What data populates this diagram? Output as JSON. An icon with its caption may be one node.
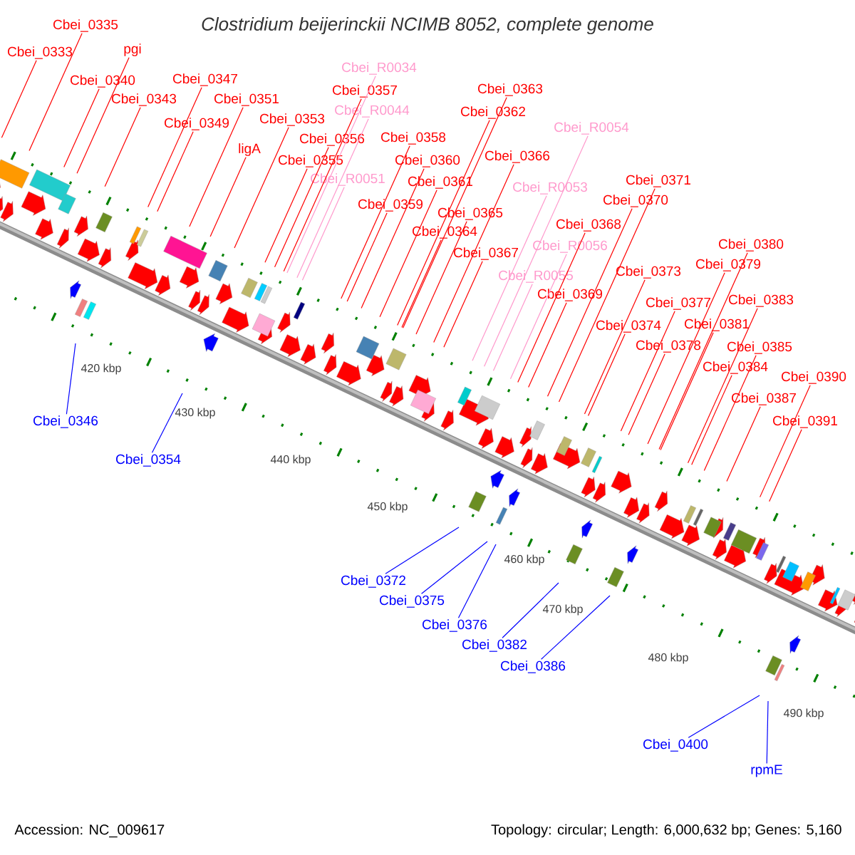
{
  "diagram": {
    "title": "Clostridium beijerinckii NCIMB 8052, complete genome",
    "nodes": [
      {
        "text": [
          "Cbei_0335"
        ]
      },
      {
        "text": [
          "Cbei_0333"
        ]
      },
      {
        "text": [
          "pgi"
        ]
      },
      {
        "text": [
          "Cbei_0340"
        ]
      },
      {
        "text": [
          "Cbei_0343"
        ]
      },
      {
        "text": [
          "Cbei_0347"
        ]
      },
      {
        "text": [
          "Cbei_0349"
        ]
      },
      {
        "text": [
          "Cbei_0351"
        ]
      },
      {
        "text": [
          "ligA"
        ]
      },
      {
        "text": [
          "Cbei_0353"
        ]
      },
      {
        "text": [
          "Cbei_R0034"
        ]
      },
      {
        "text": [
          "Cbei_0357"
        ]
      },
      {
        "text": [
          "Cbei_R0044"
        ]
      },
      {
        "text": [
          "Cbei_0356"
        ]
      },
      {
        "text": [
          "Cbei_0355"
        ]
      },
      {
        "text": [
          "Cbei_R0051"
        ]
      },
      {
        "text": [
          "Cbei_0358"
        ]
      },
      {
        "text": [
          "Cbei_0359"
        ]
      },
      {
        "text": [
          "Cbei_0360"
        ]
      },
      {
        "text": [
          "Cbei_0361"
        ]
      },
      {
        "text": [
          "Cbei_0363"
        ]
      },
      {
        "text": [
          "Cbei_0362"
        ]
      },
      {
        "text": [
          "Cbei_0366"
        ]
      },
      {
        "text": [
          "Cbei_R0054"
        ]
      },
      {
        "text": [
          "Cbei_R0053"
        ]
      },
      {
        "text": [
          "Cbei_0365"
        ]
      },
      {
        "text": [
          "Cbei_0364"
        ]
      },
      {
        "text": [
          "Cbei_0367"
        ]
      },
      {
        "text": [
          "Cbei_R0056"
        ]
      },
      {
        "text": [
          "Cbei_R0055"
        ]
      },
      {
        "text": [
          "Cbei_0368"
        ]
      },
      {
        "text": [
          "Cbei_0369"
        ]
      },
      {
        "text": [
          "Cbei_0371"
        ]
      },
      {
        "text": [
          "Cbei_0370"
        ]
      },
      {
        "text": [
          "Cbei_0373"
        ]
      },
      {
        "text": [
          "Cbei_0380"
        ]
      },
      {
        "text": [
          "Cbei_0379"
        ]
      },
      {
        "text": [
          "Cbei_0377"
        ]
      },
      {
        "text": [
          "Cbei_0383"
        ]
      },
      {
        "text": [
          "Cbei_0381"
        ]
      },
      {
        "text": [
          "Cbei_0374"
        ]
      },
      {
        "text": [
          "Cbei_0378"
        ]
      },
      {
        "text": [
          "Cbei_0385"
        ]
      },
      {
        "text": [
          "Cbei_0384"
        ]
      },
      {
        "text": [
          "Cbei_0390"
        ]
      },
      {
        "text": [
          "Cbei_0387"
        ]
      },
      {
        "text": [
          "Cbei_0391"
        ]
      },
      {
        "text": [
          "Cbei_0346"
        ]
      },
      {
        "text": [
          "Cbei_0354"
        ]
      },
      {
        "text": [
          "Cbei_0372"
        ]
      },
      {
        "text": [
          "Cbei_0375"
        ]
      },
      {
        "text": [
          "Cbei_0376"
        ]
      },
      {
        "text": [
          "Cbei_0382"
        ]
      },
      {
        "text": [
          "Cbei_0386"
        ]
      },
      {
        "text": [
          "Cbei_0400"
        ]
      },
      {
        "text": [
          "rpmE"
        ]
      }
    ],
    "edges": [
      {
        "from": 0,
        "to": null,
        "arrow": "none"
      },
      {
        "from": 1,
        "to": null,
        "arrow": "none"
      },
      {
        "from": 2,
        "to": null,
        "arrow": "none"
      },
      {
        "from": 3,
        "to": null,
        "arrow": "none"
      },
      {
        "from": 4,
        "to": null,
        "arrow": "none"
      },
      {
        "from": 5,
        "to": null,
        "arrow": "none"
      },
      {
        "from": 6,
        "to": null,
        "arrow": "none"
      },
      {
        "from": 7,
        "to": null,
        "arrow": "none"
      },
      {
        "from": 8,
        "to": null,
        "arrow": "none"
      },
      {
        "from": 9,
        "to": null,
        "arrow": "none"
      },
      {
        "from": 10,
        "to": null,
        "arrow": "none",
        "color": "#ff99cc"
      },
      {
        "from": 11,
        "to": null,
        "arrow": "none"
      },
      {
        "from": 12,
        "to": null,
        "arrow": "none",
        "color": "#ff99cc"
      },
      {
        "from": 13,
        "to": null,
        "arrow": "none"
      },
      {
        "from": 14,
        "to": null,
        "arrow": "none"
      },
      {
        "from": 15,
        "to": null,
        "arrow": "none",
        "color": "#ff99cc"
      },
      {
        "from": 16,
        "to": null,
        "arrow": "none"
      },
      {
        "from": 17,
        "to": null,
        "arrow": "none"
      },
      {
        "from": 18,
        "to": null,
        "arrow": "none"
      },
      {
        "from": 19,
        "to": null,
        "arrow": "none"
      },
      {
        "from": 20,
        "to": null,
        "arrow": "none"
      },
      {
        "from": 21,
        "to": null,
        "arrow": "none"
      },
      {
        "from": 22,
        "to": null,
        "arrow": "none"
      },
      {
        "from": 23,
        "to": null,
        "arrow": "none",
        "color": "#ff99cc"
      },
      {
        "from": 24,
        "to": null,
        "arrow": "none",
        "color": "#ff99cc"
      },
      {
        "from": 25,
        "to": null,
        "arrow": "none"
      },
      {
        "from": 26,
        "to": null,
        "arrow": "none"
      },
      {
        "from": 27,
        "to": null,
        "arrow": "none"
      },
      {
        "from": 28,
        "to": null,
        "arrow": "none",
        "color": "#ff99cc"
      },
      {
        "from": 29,
        "to": null,
        "arrow": "none",
        "color": "#ff99cc"
      },
      {
        "from": 30,
        "to": null,
        "arrow": "none"
      },
      {
        "from": 31,
        "to": null,
        "arrow": "none"
      },
      {
        "from": 32,
        "to": null,
        "arrow": "none"
      },
      {
        "from": 33,
        "to": null,
        "arrow": "none"
      },
      {
        "from": 34,
        "to": null,
        "arrow": "none"
      },
      {
        "from": 35,
        "to": null,
        "arrow": "none"
      },
      {
        "from": 36,
        "to": null,
        "arrow": "none"
      },
      {
        "from": 37,
        "to": null,
        "arrow": "none"
      },
      {
        "from": 38,
        "to": null,
        "arrow": "none"
      },
      {
        "from": 39,
        "to": null,
        "arrow": "none"
      },
      {
        "from": 40,
        "to": null,
        "arrow": "none"
      },
      {
        "from": 41,
        "to": null,
        "arrow": "none"
      },
      {
        "from": 42,
        "to": null,
        "arrow": "none"
      },
      {
        "from": 43,
        "to": null,
        "arrow": "none"
      },
      {
        "from": 44,
        "to": null,
        "arrow": "none"
      },
      {
        "from": 45,
        "to": null,
        "arrow": "none"
      },
      {
        "from": 46,
        "to": null,
        "arrow": "none"
      },
      {
        "from": 47,
        "to": null,
        "arrow": "none",
        "color": "#0000ff"
      },
      {
        "from": 48,
        "to": null,
        "arrow": "none",
        "color": "#0000ff"
      },
      {
        "from": 49,
        "to": null,
        "arrow": "none",
        "color": "#0000ff"
      },
      {
        "from": 50,
        "to": null,
        "arrow": "none",
        "color": "#0000ff"
      },
      {
        "from": 51,
        "to": null,
        "arrow": "none",
        "color": "#0000ff"
      },
      {
        "from": 52,
        "to": null,
        "arrow": "none",
        "color": "#0000ff"
      },
      {
        "from": 53,
        "to": null,
        "arrow": "none",
        "color": "#0000ff"
      },
      {
        "from": 54,
        "to": null,
        "arrow": "none",
        "color": "#0000ff"
      },
      {
        "from": 55,
        "to": null,
        "arrow": "none",
        "color": "#0000ff"
      }
    ],
    "labels": [
      "420 kbp",
      "430 kbp",
      "440 kbp",
      "450 kbp",
      "460 kbp",
      "470 kbp",
      "480 kbp",
      "490 kbp",
      "Accession: NC_009617",
      "Topology: circular; Length: 6,000,632 bp; Genes: 5,160"
    ]
  }
}
